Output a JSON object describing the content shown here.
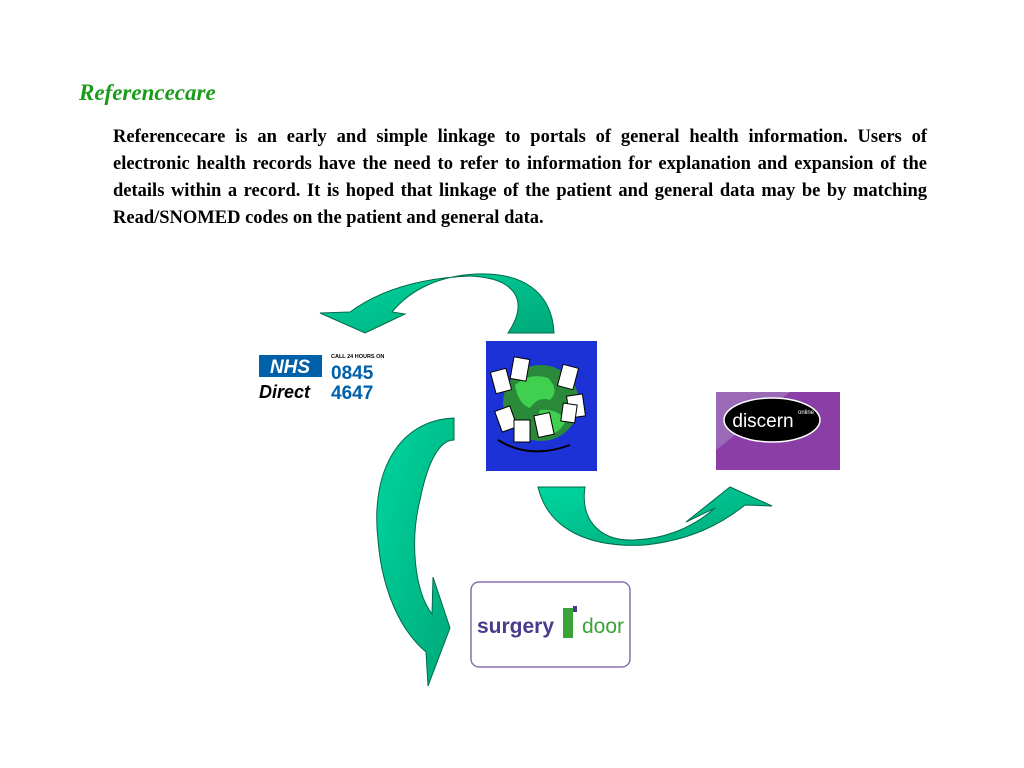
{
  "slide": {
    "title": "Referencecare",
    "body": "Referencecare is an early and simple linkage to portals of general health information. Users of electronic health records have the need to refer to information for explanation and expansion of the details within a record. It is hoped that linkage of the patient and general data may be by matching Read/SNOMED codes on the patient and general data."
  },
  "logos": {
    "nhs": {
      "badge": "NHS",
      "word": "Direct",
      "tagline": "CALL 24 HOURS ON",
      "number_line1": "0845",
      "number_line2": "4647",
      "badge_color": "#0060a9"
    },
    "discern": {
      "word": "discern",
      "superscript": "online",
      "bg_color": "#8b3fa6"
    },
    "surgery": {
      "word1": "surgery",
      "word2": "door",
      "text_color": "#4a3a8c",
      "door_color": "#3aa33a"
    },
    "referencecare_icon": {
      "icon": "globe-with-documents-icon",
      "bg_color": "#1c32d6"
    }
  },
  "colors": {
    "arrow_fill": "#00c896",
    "arrow_dark": "#008a64",
    "title_green": "#1a9c1a"
  }
}
